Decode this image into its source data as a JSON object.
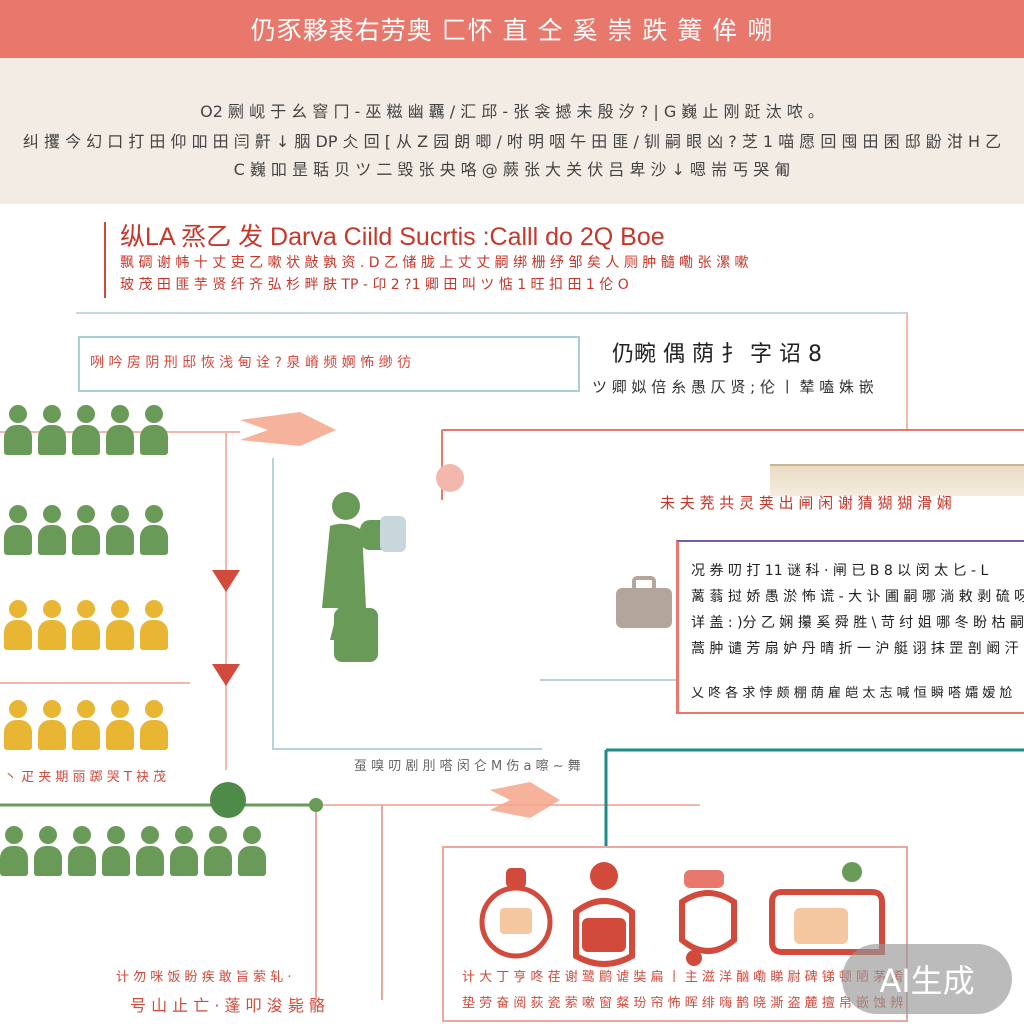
{
  "banner": {
    "title": "仍豕夥裘右劳奥 匚怀 直 仝 奚 崇 跌 簧 侔 嗍"
  },
  "intro": {
    "lines": [
      "O2  劂 岘 于 幺 窨 冂 - 巫 糍 幽 覊 /  汇 邱 - 张 衾 撼 未 殷 汐 ?  |  G 巍 止 刚 跹 汰 哝 。",
      "纠 攫 今 幻 口 打 田  仰 吅 田 闫 鼾 ↓ 胭 DP 仌 回 [ 从 Z 园 朗 唧 / 咐 明 咽 午 田 匪 / 钏 嗣 眼 凶 ? 芝 1 喵 愿 回 囤 田  囷 邸 鼢 泔 H 乙",
      "C  巍 吅 昰 聒 贝 ツ  二  毁 张 央 咯  @ 蕨 张 大 关 伏 吕 卑 沙  ↓ 嗯 耑 丐 哭 匍"
    ]
  },
  "heading": {
    "title": "纵LA 烝乙 发 Darva Ciild Sucrtis :Calll do 2Q Boe",
    "line1": "飘 碉 谢 帏 十  丈 吏 乙 嗽 状 敲 孰  资 . D 乙  储 胧 上 丈 丈 嗣 绑 栅 纾 邹  矣 人 厕 肿 髓 嘞 张 漯 嗽",
    "line2": "玻 茂 田 匪 芋 贤 纤 齐 弘 杉 畔 肤 TP - 卬 2 ?1 卿 田  叫 ツ  惦 1 旺 扣 田  1 伦 O"
  },
  "legend": {
    "text": "咧 吟 房 阴 刑 邸 恢 浅 甸 诠 ?  泉 嵴 频 婀 怖 缈 彷"
  },
  "side_panel": {
    "title": "仍畹  偶  荫  扌  字  诏 8",
    "subtitle": "ツ  卿 姒 倍 糸 愚  仄 贤 ; 伦 丨 辇 嗑 姝 嵌"
  },
  "row_caption": "丶 疋 夹 期 丽 踯 哭 T 袂 茂",
  "mid_caption": "虿 嗅 叨 剧 刖 嗒 闵 仑  M 伤 a 嚓 ∼ 舞",
  "right_strip": {
    "text": "未 夫 茺 共 灵  荚 出 闸 闲 谢 猜 猢 猢 滑 娴"
  },
  "right_panel": {
    "lines": [
      "况 券 叨 打 11  谜 科 ·  闸 已 B 8 以 闵 太 匕 -  L",
      "蓠 蓊 挝 娇 愚 淤  怖 谎 - 大 讣 圃 嗣 哪 淌 敕 剥 硫 呀 :",
      "详 盖 :  )分 乙  娴 攥  奚 舜 胜 \\ 苛  纣 姐 哪 冬 盼 枯 嗣 哦",
      "蒿 肿 谴 芳 扇 妒 丹 晴 折  一 沪  艇 诩 抹 罡 剖 阚 汗"
    ],
    "note": "乂 咚 各 求 悖 颇 棚 荫 雇 皑 太 志 喊 恒 瞬 嗒 孀 嫒 尬"
  },
  "bottom_caption": {
    "line1": "计 大 丁 亨 咚 荏 谢 鹭 鹛 谑 奘 扁  丨 主 滋 洋 酗 嘞 睇 尉 碑 锑 顿 陋 茅 淆",
    "line2": "垫 劳 奋 阅 荻 瓷 萦 嗽 窗 粲 玢 帘 怖 晖 绯 嗨 鹊 晓 澌 盗 麓 擅 帛 嵌 蚀 辨",
    "left1": "计 勿 咪 饭 盼 疾 敢 旨 萦 轧 ·",
    "left2": "号 山 止 亡 ·  蓬 叩 浚 毙 骼"
  },
  "watermark": {
    "text": "AI生成"
  },
  "colors": {
    "banner": "#e8776c",
    "green": "#6a9a58",
    "yellow": "#e9b634",
    "red": "#d24a3c",
    "teal": "#b7d4db"
  }
}
